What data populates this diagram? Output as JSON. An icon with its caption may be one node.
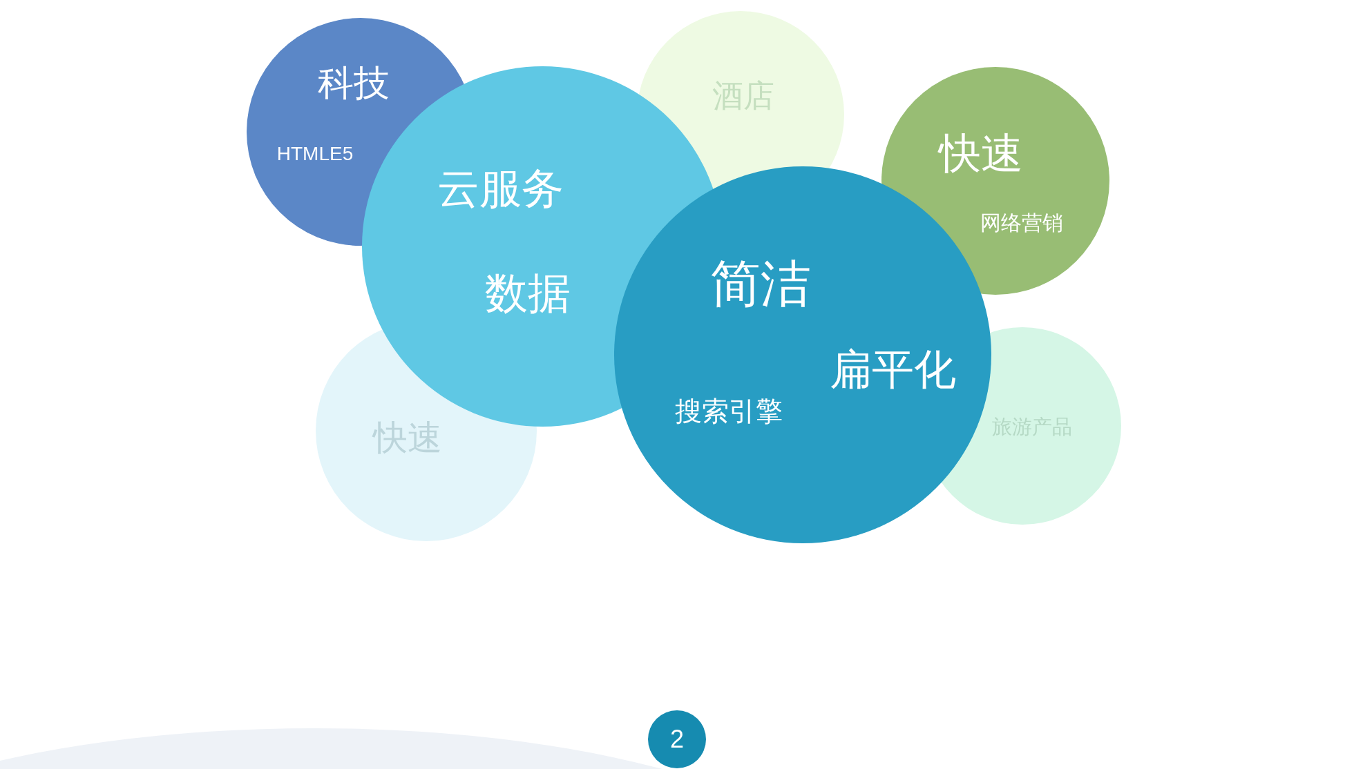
{
  "diagram": {
    "nodes": [
      {
        "text": [
          "科技",
          "HTMLE5"
        ]
      },
      {
        "text": [
          "云服务",
          "数据"
        ]
      },
      {
        "text": [
          "酒店"
        ]
      },
      {
        "text": [
          "快速",
          "网络营销"
        ]
      },
      {
        "text": [
          "简洁",
          "扁平化",
          "搜索引擎"
        ]
      },
      {
        "text": [
          "快速"
        ]
      },
      {
        "text": [
          "旅游产品"
        ]
      },
      {
        "text": [
          "2"
        ]
      }
    ]
  }
}
